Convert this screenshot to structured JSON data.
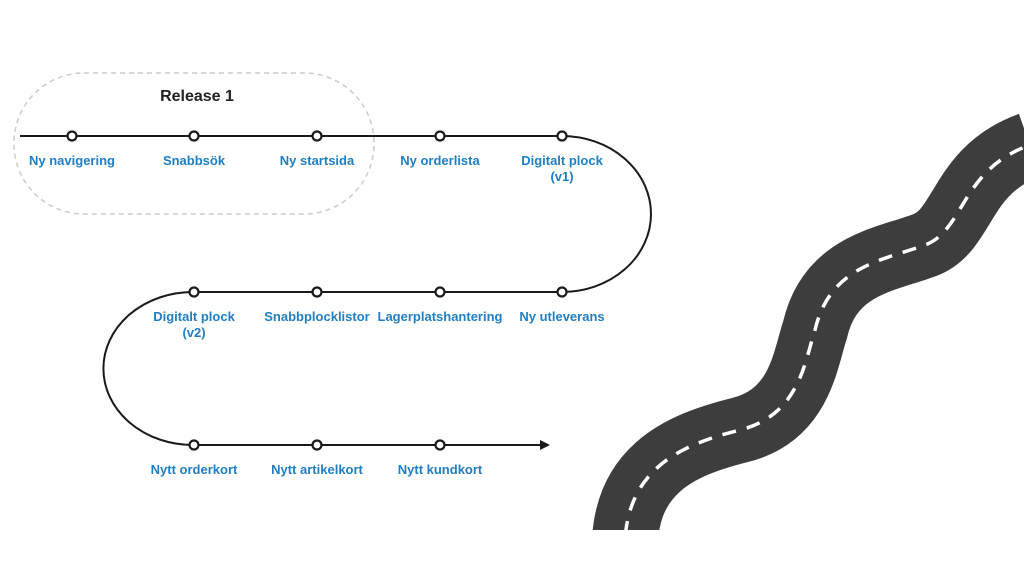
{
  "release": {
    "title": "Release 1"
  },
  "colors": {
    "line": "#1a1a1a",
    "label": "#1f7fc4",
    "title": "#222222",
    "group_border": "#cccccc",
    "road": "#3d3d3d",
    "road_marking": "#ffffff"
  },
  "milestones": [
    {
      "id": "ny-navigering",
      "lines": [
        "Ny navigering"
      ]
    },
    {
      "id": "snabbsok",
      "lines": [
        "Snabbsök"
      ]
    },
    {
      "id": "ny-startsida",
      "lines": [
        "Ny startsida"
      ]
    },
    {
      "id": "ny-orderlista",
      "lines": [
        "Ny orderlista"
      ]
    },
    {
      "id": "digitalt-plock-v1",
      "lines": [
        "Digitalt plock",
        "(v1)"
      ]
    },
    {
      "id": "ny-utleverans",
      "lines": [
        "Ny utleverans"
      ]
    },
    {
      "id": "lagerplatshantering",
      "lines": [
        "Lagerplatshantering"
      ]
    },
    {
      "id": "snabbplocklistor",
      "lines": [
        "Snabbplocklistor"
      ]
    },
    {
      "id": "digitalt-plock-v2",
      "lines": [
        "Digitalt plock",
        "(v2)"
      ]
    },
    {
      "id": "nytt-orderkort",
      "lines": [
        "Nytt orderkort"
      ]
    },
    {
      "id": "nytt-artikelkort",
      "lines": [
        "Nytt artikelkort"
      ]
    },
    {
      "id": "nytt-kundkort",
      "lines": [
        "Nytt kundkort"
      ]
    }
  ],
  "road_icon": "winding-road-icon"
}
